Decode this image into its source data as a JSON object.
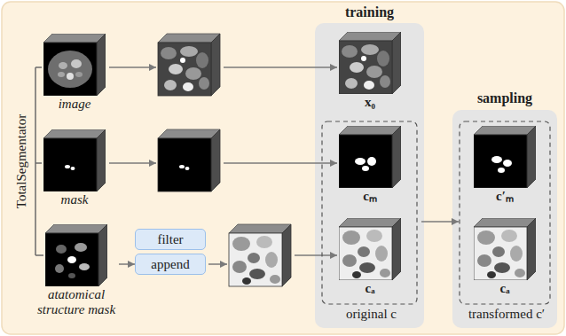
{
  "diagram": {
    "nodes": [
      {
        "text": [
          "image"
        ]
      },
      {
        "text": [
          "mask"
        ]
      },
      {
        "text": [
          "atatomical structure mask"
        ]
      },
      {
        "text": [
          "filter"
        ]
      },
      {
        "text": [
          "append"
        ]
      },
      {
        "text": [
          "training"
        ]
      },
      {
        "text": [
          "x₀"
        ],
        "in": 5
      },
      {
        "text": [
          "original c"
        ],
        "in": 5
      },
      {
        "text": [
          "cₘ"
        ],
        "in": 7
      },
      {
        "text": [
          "cₐ"
        ],
        "in": 7
      },
      {
        "text": [
          "sampling"
        ]
      },
      {
        "text": [
          "transformed c′"
        ],
        "in": 10
      },
      {
        "text": [
          "c′ₘ"
        ],
        "in": 11
      },
      {
        "text": [
          "cₐ"
        ],
        "in": 11
      }
    ],
    "edges": [
      {
        "from": 2,
        "to": 4,
        "arrow": "to"
      },
      {
        "from": 7,
        "to": 11,
        "arrow": "to"
      }
    ],
    "labels": [
      "TotalSegmentator"
    ]
  }
}
